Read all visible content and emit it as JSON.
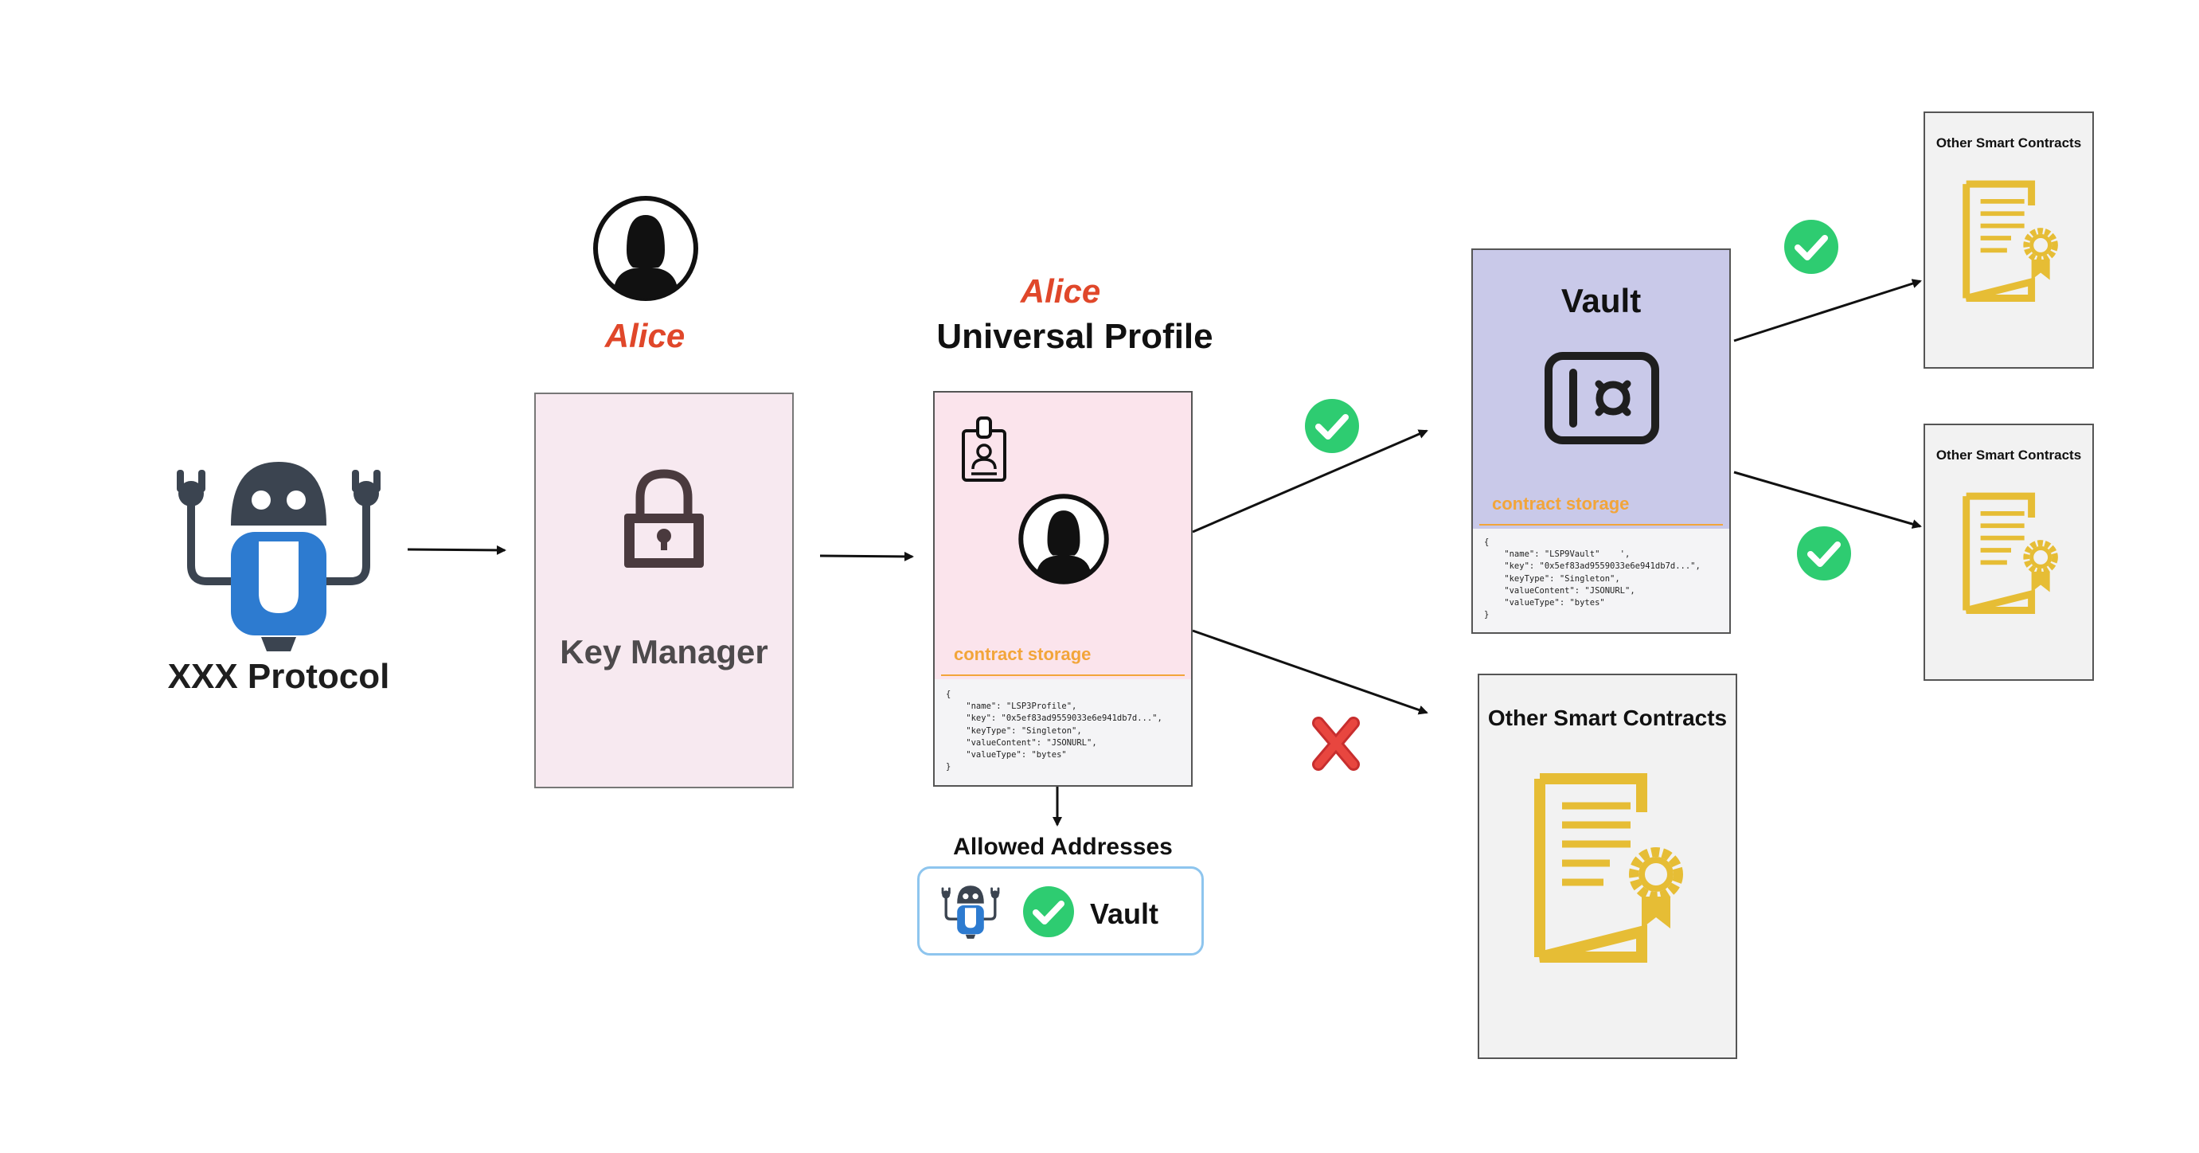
{
  "protocol": {
    "name": "XXX Protocol"
  },
  "key_manager": {
    "owner": "Alice",
    "label": "Key Manager"
  },
  "universal_profile": {
    "owner": "Alice",
    "title": "Universal Profile",
    "storage_label": "contract storage",
    "storage_json": "{\n    \"name\": \"LSP3Profile\",\n    \"key\": \"0x5ef83ad9559033e6e941db7d...\",\n    \"keyType\": \"Singleton\",\n    \"valueContent\": \"JSONURL\",\n    \"valueType\": \"bytes\"\n}"
  },
  "allowed_addresses": {
    "title": "Allowed Addresses",
    "entry": "Vault"
  },
  "vault": {
    "title": "Vault",
    "storage_label": "contract storage",
    "storage_json": "{\n    \"name\": \"LSP9Vault\"    ',\n    \"key\": \"0x5ef83ad9559033e6e941db7d...\",\n    \"keyType\": \"Singleton\",\n    \"valueContent\": \"JSONURL\",\n    \"valueType\": \"bytes\"\n}"
  },
  "other_contracts": {
    "main": "Other Smart Contracts",
    "top": "Other Smart Contracts",
    "middle": "Other Smart Contracts"
  },
  "colors": {
    "accent_red": "#e0472a",
    "robot_blue": "#2d7bd0",
    "robot_dark": "#3b4450",
    "key_manager_bg": "#f7e9f0",
    "profile_bg": "#fbe4ec",
    "vault_bg": "#c9c9e9",
    "contract_bg": "#f2f2f2",
    "check_green": "#2ecc71",
    "cross_red": "#e8463f",
    "certificate_gold": "#e6bd35",
    "storage_orange": "#f2a53a"
  }
}
